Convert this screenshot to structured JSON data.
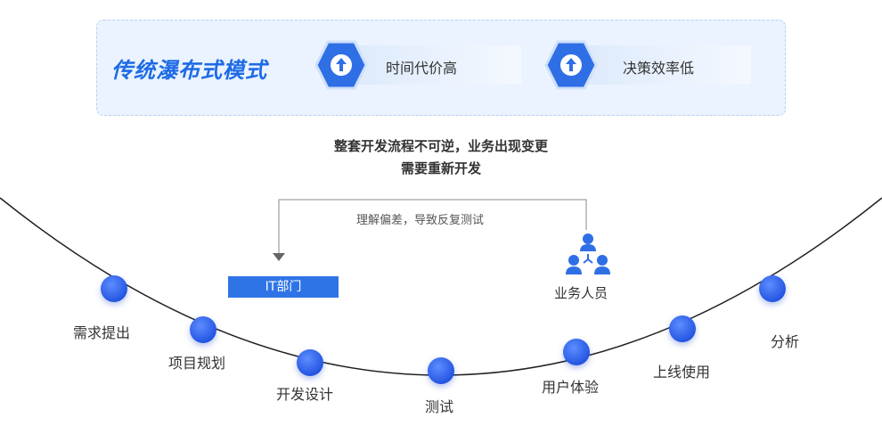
{
  "banner": {
    "title": "传统瀑布式模式",
    "chips": [
      {
        "icon": "arrow-up-icon",
        "label": "时间代价高"
      },
      {
        "icon": "arrow-up-icon",
        "label": "决策效率低"
      }
    ]
  },
  "subtitle": {
    "line1": "整套开发流程不可逆，业务出现变更",
    "line2": "需要重新开发"
  },
  "feedback": {
    "label": "理解偏差，导致反复测试",
    "from": "业务人员",
    "to": "IT部门"
  },
  "stages": [
    "需求提出",
    "项目规划",
    "开发设计",
    "测试",
    "用户体验",
    "上线使用",
    "分析"
  ],
  "colors": {
    "accent": "#2f74e7",
    "banner_bg": "#eaf3ff",
    "node": "#2f5fe6"
  }
}
